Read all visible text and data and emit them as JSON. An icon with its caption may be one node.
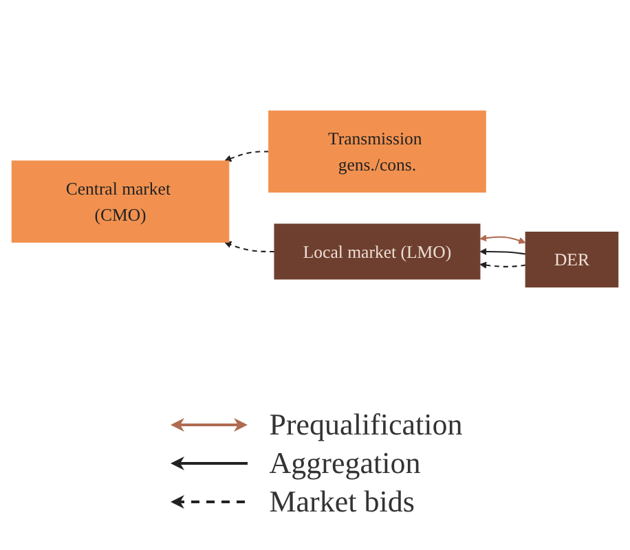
{
  "diagram": {
    "nodes": [
      {
        "text": [
          "Central market (CMO)"
        ]
      },
      {
        "text": [
          "Transmission gens./cons."
        ]
      },
      {
        "text": [
          "Local market (LMO)"
        ]
      },
      {
        "text": [
          "DER"
        ]
      }
    ],
    "edges": [
      {
        "from": 1,
        "to": 0,
        "arrow": "to",
        "style": "dashed"
      },
      {
        "from": 2,
        "to": 0,
        "arrow": "to",
        "style": "dashed"
      },
      {
        "from": 3,
        "to": 2,
        "arrow": "both",
        "color": "#b06a50"
      },
      {
        "from": 3,
        "to": 2,
        "arrow": "to"
      },
      {
        "from": 3,
        "to": 2,
        "arrow": "to",
        "style": "dashed"
      }
    ],
    "legend": [
      {
        "text": "Prequalification"
      },
      {
        "text": "Aggregation"
      },
      {
        "text": "Market bids"
      }
    ]
  }
}
